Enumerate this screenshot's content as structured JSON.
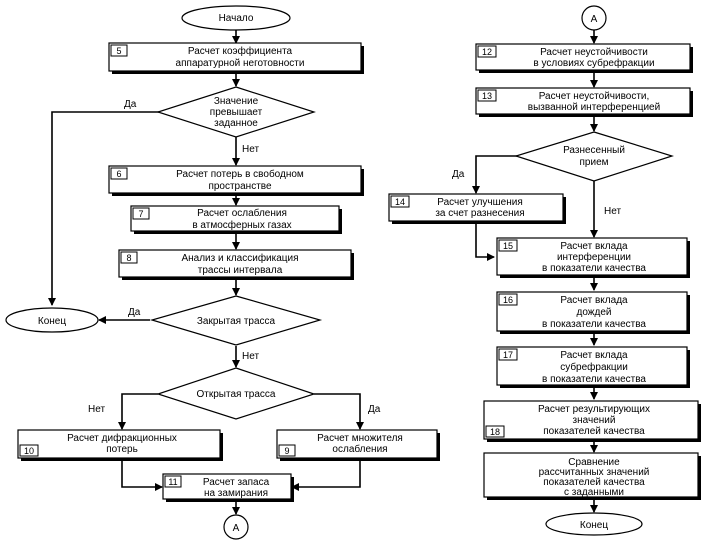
{
  "left": {
    "start": "Начало",
    "b5": {
      "num": "5",
      "l1": "Расчет коэффициента",
      "l2": "аппаратурной неготовности"
    },
    "d1": {
      "l1": "Значение",
      "l2": "превышает",
      "l3": "заданное"
    },
    "d1_yes": "Да",
    "d1_no": "Нет",
    "b6": {
      "num": "6",
      "l1": "Расчет потерь в свободном",
      "l2": "пространстве"
    },
    "b7": {
      "num": "7",
      "l1": "Расчет ослабления",
      "l2": "в атмосферных газах"
    },
    "b8": {
      "num": "8",
      "l1": "Анализ и классификация",
      "l2": "трассы интервала"
    },
    "end": "Конец",
    "d2": {
      "l1": "Закрытая трасса"
    },
    "d2_yes": "Да",
    "d2_no": "Нет",
    "d3": {
      "l1": "Открытая трасса"
    },
    "d3_no": "Нет",
    "d3_yes": "Да",
    "b10": {
      "num": "10",
      "l1": "Расчет дифракционных",
      "l2": "потерь"
    },
    "b9": {
      "num": "9",
      "l1": "Расчет множителя",
      "l2": "ослабления"
    },
    "b11": {
      "num": "11",
      "l1": "Расчет запаса",
      "l2": "на замирания"
    },
    "connector": "А"
  },
  "right": {
    "connector": "А",
    "b12": {
      "num": "12",
      "l1": "Расчет неустойчивости",
      "l2": "в условиях субрефракции"
    },
    "b13": {
      "num": "13",
      "l1": "Расчет неустойчивости,",
      "l2": "вызванной интерференцией"
    },
    "d4": {
      "l1": "Разнесенный",
      "l2": "прием"
    },
    "d4_yes": "Да",
    "d4_no": "Нет",
    "b14": {
      "num": "14",
      "l1": "Расчет улучшения",
      "l2": "за счет разнесения"
    },
    "b15": {
      "num": "15",
      "l1": "Расчет вклада",
      "l2": "интерференции",
      "l3": "в показатели качества"
    },
    "b16": {
      "num": "16",
      "l1": "Расчет вклада",
      "l2": "дождей",
      "l3": "в показатели качества"
    },
    "b17": {
      "num": "17",
      "l1": "Расчет вклада",
      "l2": "субрефракции",
      "l3": "в показатели качества"
    },
    "b18": {
      "num": "18",
      "l1": "Расчет результирующих",
      "l2": "значений",
      "l3": "показателей качества"
    },
    "b19": {
      "l1": "Сравнение",
      "l2": "рассчитанных значений",
      "l3": "показателей качества",
      "l4": "с заданными"
    },
    "end": "Конец"
  }
}
